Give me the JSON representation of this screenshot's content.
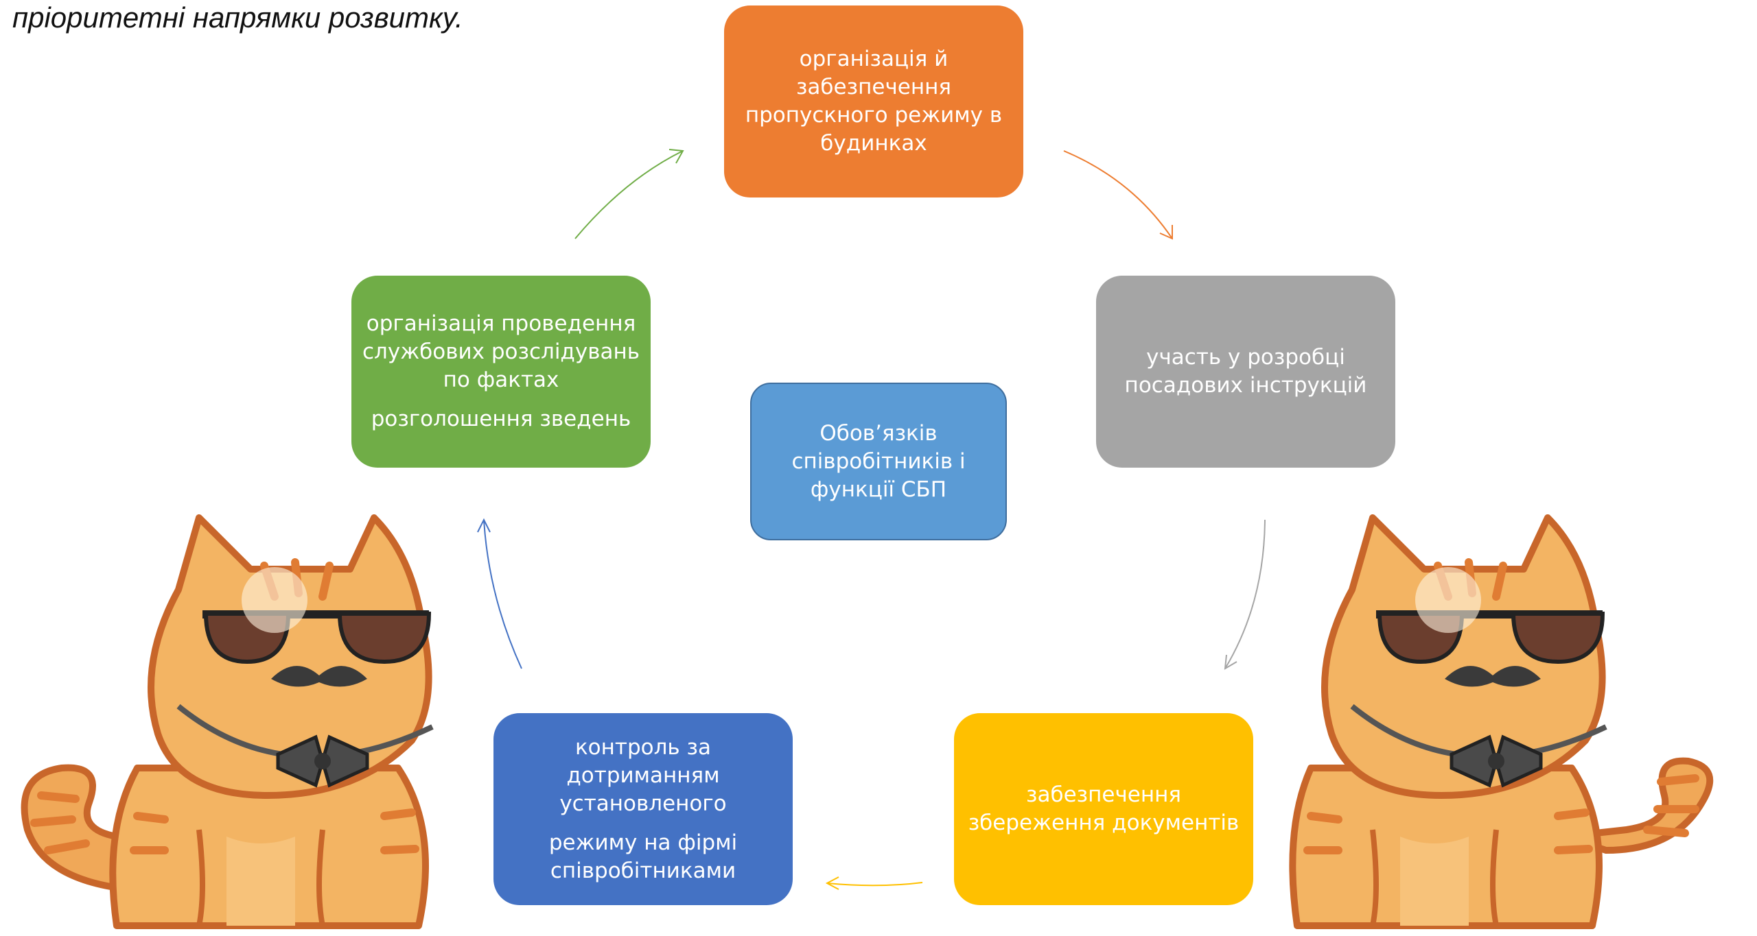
{
  "heading": "пріоритетні напрямки розвитку.",
  "center": {
    "lines": [
      "Обов’язків",
      "співробітників і",
      "функції СБП"
    ],
    "color": "#5b9bd5"
  },
  "steps": [
    {
      "id": "top",
      "color": "#ed7d31",
      "paragraphs": [
        [
          "організація й",
          "забезпечення",
          "пропускного режиму в",
          "будинках"
        ]
      ]
    },
    {
      "id": "right",
      "color": "#a5a5a5",
      "paragraphs": [
        [
          "участь у розробці",
          "посадових інструкцій"
        ]
      ]
    },
    {
      "id": "bottom-right",
      "color": "#ffc000",
      "paragraphs": [
        [
          "забезпечення",
          "збереження документів"
        ]
      ]
    },
    {
      "id": "bottom-left",
      "color": "#4472c4",
      "paragraphs": [
        [
          "контроль за",
          "дотриманням",
          "установленого"
        ],
        [
          "режиму на фірмі",
          "співробітниками"
        ]
      ]
    },
    {
      "id": "left",
      "color": "#70ad47",
      "paragraphs": [
        [
          "організація проведення",
          "службових розслідувань",
          "по фактах"
        ],
        [
          "розголошення зведень"
        ]
      ]
    }
  ],
  "illustrations": [
    "cat-with-sunglasses",
    "cat-with-sunglasses"
  ]
}
